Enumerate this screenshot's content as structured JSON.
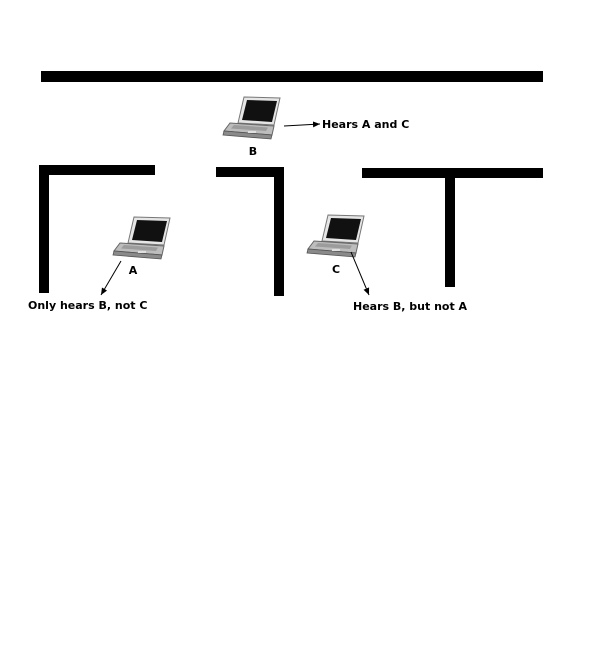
{
  "nodes": {
    "a": {
      "label": "A"
    },
    "b": {
      "label": "B"
    },
    "c": {
      "label": "C"
    }
  },
  "annotations": {
    "b_note": "Hears A and C",
    "a_note": "Only hears B, not C",
    "c_note": "Hears B, but not A"
  },
  "colors": {
    "wall": "#000000",
    "screen": "#111111",
    "laptop_body": "#b5b5b5"
  }
}
